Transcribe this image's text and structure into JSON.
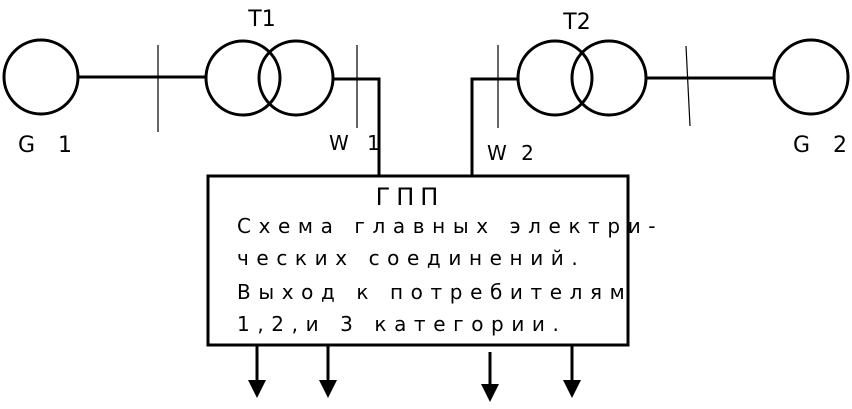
{
  "labels": {
    "g1": "G 1",
    "g2": "G 2",
    "t1": "T1",
    "t2": "T2",
    "w1": "W 1",
    "w2": "W 2"
  },
  "box": {
    "title": "ГПП",
    "lines": [
      "Схема главных электри-",
      "ческих соединений.",
      "Выход к потребителям",
      "1,2,и 3 категории."
    ]
  }
}
